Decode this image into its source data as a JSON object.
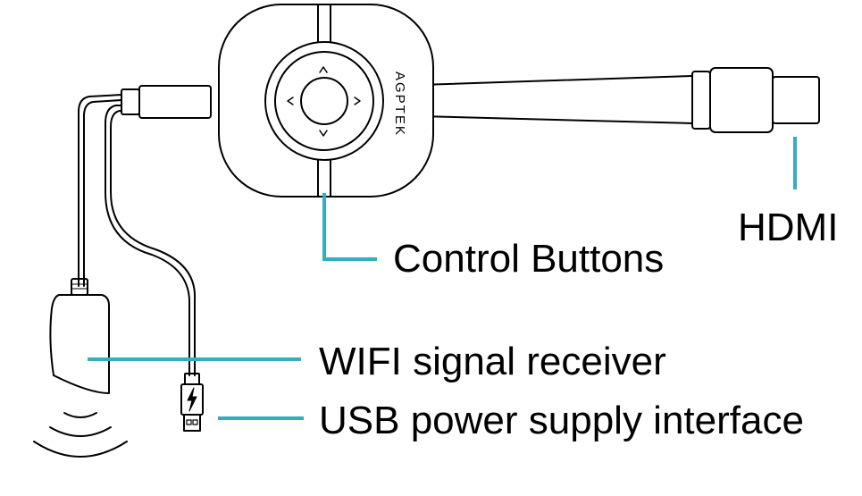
{
  "labels": {
    "hdmi": "HDMI",
    "control_buttons": "Control Buttons",
    "wifi_receiver": "WIFI signal receiver",
    "usb_power": "USB power supply interface"
  },
  "device": {
    "brand": "AGPTEK"
  },
  "icons": {
    "pointer_color": "#34aebd",
    "outline_color": "#000000",
    "usb_symbol": "lightning-bolt-icon",
    "wifi_symbol": "wifi-waves-icon"
  }
}
